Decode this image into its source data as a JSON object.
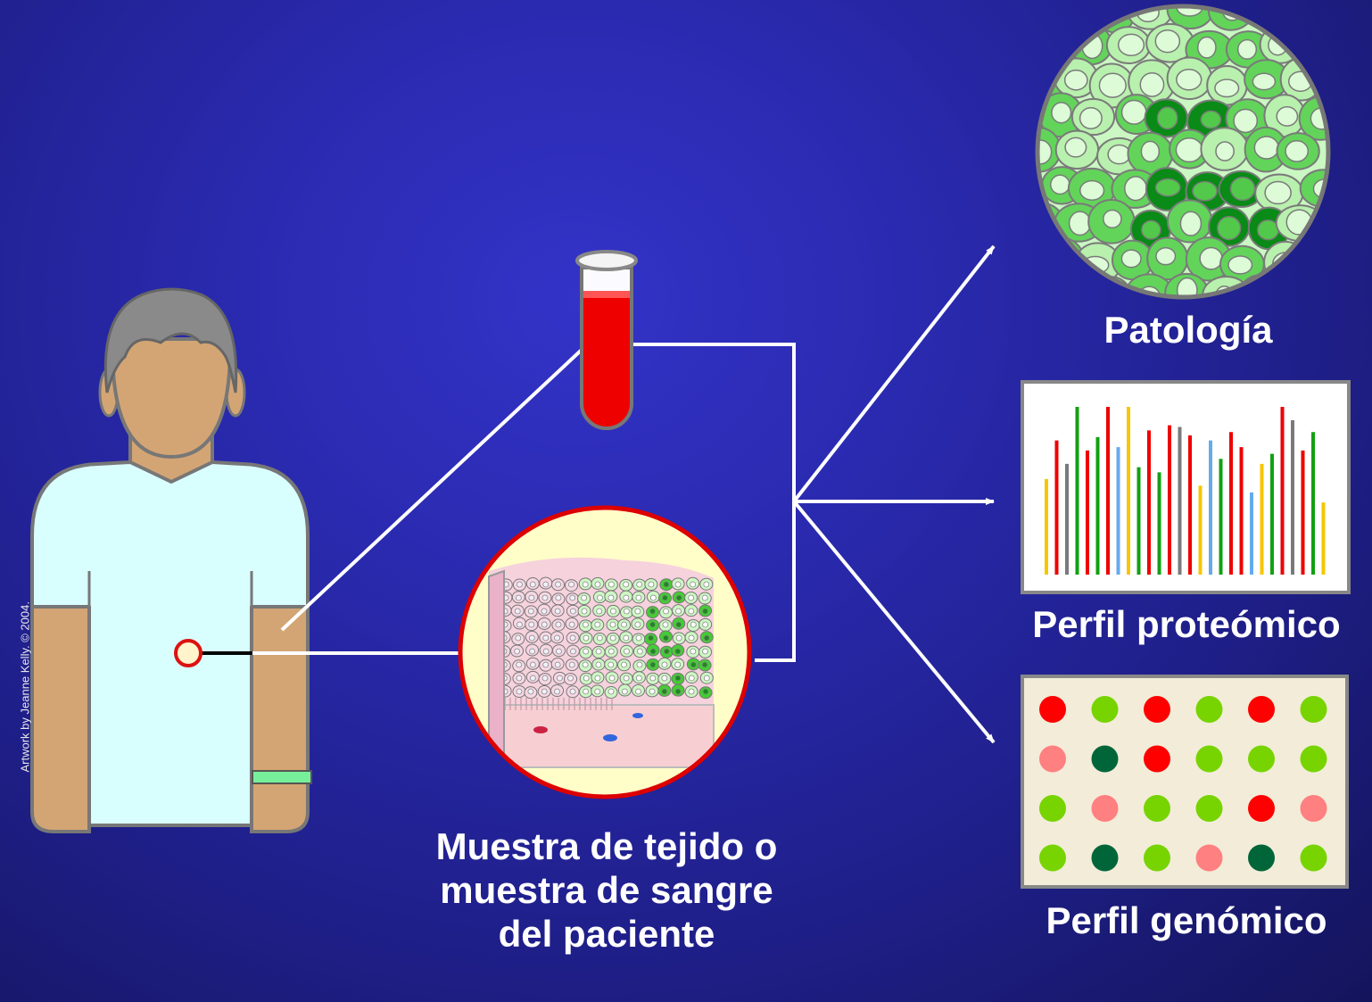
{
  "labels": {
    "pathology": "Patología",
    "proteomic": "Perfil proteómico",
    "genomic": "Perfil genómico",
    "sample": "Muestra de tejido o muestra de sangre del paciente"
  },
  "credit": "Artwork by Jeanne Kelly. © 2004.",
  "colors": {
    "background": "#2a2ab0",
    "skin": "#d4a574",
    "shirt": "#d9fefe",
    "hair": "#8a8a8a",
    "blood": "#ee0000",
    "tissue_pink": "#f3c6d6",
    "tissue_green": "#9af28e",
    "array_bg": "#f3ecd9"
  },
  "proteomic_bars": [
    {
      "value": 0.57,
      "color": "#f7c600"
    },
    {
      "value": 0.8,
      "color": "#ee0000"
    },
    {
      "value": 0.66,
      "color": "#7a7a7a"
    },
    {
      "value": 1.0,
      "color": "#12a012"
    },
    {
      "value": 0.74,
      "color": "#ee0000"
    },
    {
      "value": 0.82,
      "color": "#12a012"
    },
    {
      "value": 1.0,
      "color": "#ee0000"
    },
    {
      "value": 0.76,
      "color": "#66aaee"
    },
    {
      "value": 1.0,
      "color": "#f7c600"
    },
    {
      "value": 0.64,
      "color": "#12a012"
    },
    {
      "value": 0.86,
      "color": "#ee0000"
    },
    {
      "value": 0.61,
      "color": "#12a012"
    },
    {
      "value": 0.89,
      "color": "#ee0000"
    },
    {
      "value": 0.88,
      "color": "#7a7a7a"
    },
    {
      "value": 0.83,
      "color": "#ee0000"
    },
    {
      "value": 0.53,
      "color": "#f7c600"
    },
    {
      "value": 0.8,
      "color": "#66aaee"
    },
    {
      "value": 0.69,
      "color": "#12a012"
    },
    {
      "value": 0.85,
      "color": "#ee0000"
    },
    {
      "value": 0.76,
      "color": "#ee0000"
    },
    {
      "value": 0.49,
      "color": "#66aaee"
    },
    {
      "value": 0.66,
      "color": "#f7c600"
    },
    {
      "value": 0.72,
      "color": "#12a012"
    },
    {
      "value": 1.0,
      "color": "#ee0000"
    },
    {
      "value": 0.92,
      "color": "#7a7a7a"
    },
    {
      "value": 0.74,
      "color": "#ee0000"
    },
    {
      "value": 0.85,
      "color": "#12a012"
    },
    {
      "value": 0.43,
      "color": "#f7c600"
    }
  ],
  "genomic_grid": [
    [
      "#ff0000",
      "#77d400",
      "#ff0000",
      "#77d400",
      "#ff0000",
      "#77d400"
    ],
    [
      "#ff8080",
      "#00663a",
      "#ff0000",
      "#77d400",
      "#77d400",
      "#77d400"
    ],
    [
      "#77d400",
      "#ff8080",
      "#77d400",
      "#77d400",
      "#ff0000",
      "#ff8080"
    ],
    [
      "#77d400",
      "#00663a",
      "#77d400",
      "#ff8080",
      "#00663a",
      "#77d400"
    ]
  ]
}
